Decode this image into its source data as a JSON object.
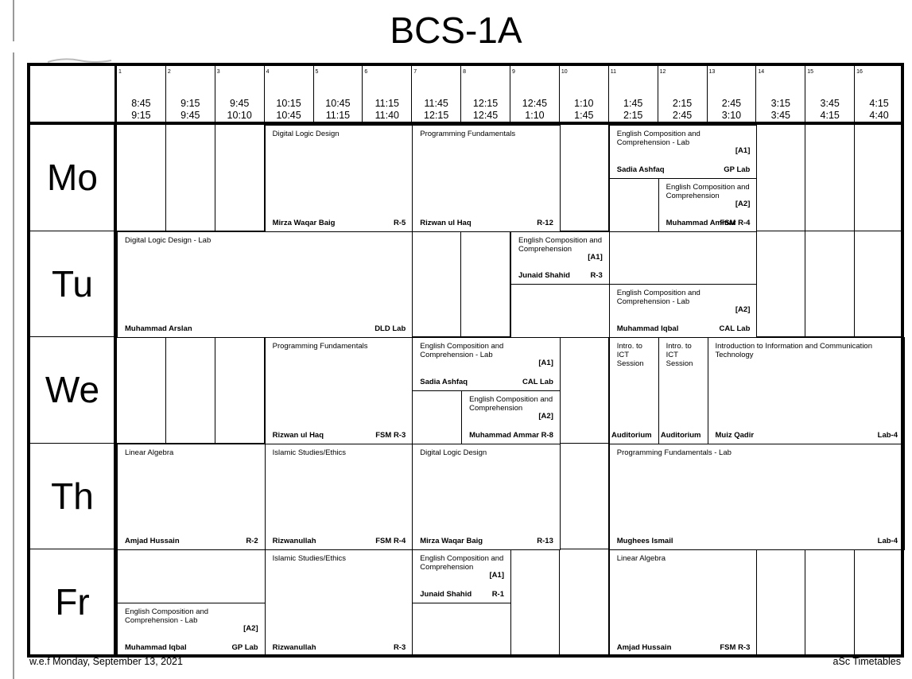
{
  "title": "BCS-1A",
  "periods": [
    {
      "num": "1",
      "start": "8:45",
      "end": "9:15"
    },
    {
      "num": "2",
      "start": "9:15",
      "end": "9:45"
    },
    {
      "num": "3",
      "start": "9:45",
      "end": "10:10"
    },
    {
      "num": "4",
      "start": "10:15",
      "end": "10:45"
    },
    {
      "num": "5",
      "start": "10:45",
      "end": "11:15"
    },
    {
      "num": "6",
      "start": "11:15",
      "end": "11:40"
    },
    {
      "num": "7",
      "start": "11:45",
      "end": "12:15"
    },
    {
      "num": "8",
      "start": "12:15",
      "end": "12:45"
    },
    {
      "num": "9",
      "start": "12:45",
      "end": "1:10"
    },
    {
      "num": "10",
      "start": "1:10",
      "end": "1:45"
    },
    {
      "num": "11",
      "start": "1:45",
      "end": "2:15"
    },
    {
      "num": "12",
      "start": "2:15",
      "end": "2:45"
    },
    {
      "num": "13",
      "start": "2:45",
      "end": "3:10"
    },
    {
      "num": "14",
      "start": "3:15",
      "end": "3:45"
    },
    {
      "num": "15",
      "start": "3:45",
      "end": "4:15"
    },
    {
      "num": "16",
      "start": "4:15",
      "end": "4:40"
    }
  ],
  "days": [
    "Mo",
    "Tu",
    "We",
    "Th",
    "Fr"
  ],
  "lessons": [
    {
      "day": 0,
      "start": 4,
      "span": 3,
      "sub": "full",
      "subject": "Digital Logic Design",
      "group": "",
      "teacher": "Mirza Waqar Baig",
      "room": "R-5"
    },
    {
      "day": 0,
      "start": 7,
      "span": 3,
      "sub": "full",
      "subject": "Programming Fundamentals",
      "group": "",
      "teacher": "Rizwan ul Haq",
      "room": "R-12"
    },
    {
      "day": 0,
      "start": 11,
      "span": 3,
      "sub": "top",
      "subject": "English Composition and Comprehension - Lab",
      "group": "[A1]",
      "teacher": "Sadia Ashfaq",
      "room": "GP Lab"
    },
    {
      "day": 0,
      "start": 12,
      "span": 2,
      "sub": "bottom",
      "subject": "English Composition and Comprehension",
      "group": "[A2]",
      "teacher": "Muhammad Ammar",
      "room": "FSM R-4"
    },
    {
      "day": 1,
      "start": 1,
      "span": 6,
      "sub": "full",
      "subject": "Digital Logic Design - Lab",
      "group": "",
      "teacher": "Muhammad Arslan",
      "room": "DLD Lab"
    },
    {
      "day": 1,
      "start": 9,
      "span": 2,
      "sub": "top",
      "subject": "English Composition and Comprehension",
      "group": "[A1]",
      "teacher": "Junaid Shahid",
      "room": "R-3"
    },
    {
      "day": 1,
      "start": 11,
      "span": 3,
      "sub": "bottom",
      "subject": "English Composition and Comprehension - Lab",
      "group": "[A2]",
      "teacher": "Muhammad Iqbal",
      "room": "CAL Lab"
    },
    {
      "day": 2,
      "start": 4,
      "span": 3,
      "sub": "full",
      "subject": "Programming Fundamentals",
      "group": "",
      "teacher": "Rizwan ul Haq",
      "room": "FSM R-3"
    },
    {
      "day": 2,
      "start": 7,
      "span": 3,
      "sub": "top",
      "subject": "English Composition and Comprehension - Lab",
      "group": "[A1]",
      "teacher": "Sadia Ashfaq",
      "room": "CAL Lab"
    },
    {
      "day": 2,
      "start": 8,
      "span": 2,
      "sub": "bottom",
      "subject": "English Composition and Comprehension",
      "group": "[A2]",
      "teacher": "Muhammad Ammar",
      "room": "R-8"
    },
    {
      "day": 2,
      "start": 11,
      "span": 1,
      "sub": "full",
      "subject": "Intro. to ICT Session",
      "group": "",
      "teacher": "",
      "room": "Auditorium"
    },
    {
      "day": 2,
      "start": 12,
      "span": 1,
      "sub": "full",
      "subject": "Intro. to ICT Session",
      "group": "",
      "teacher": "",
      "room": "Auditorium"
    },
    {
      "day": 2,
      "start": 13,
      "span": 4,
      "sub": "full",
      "subject": "Introduction to Information and Communication Technology",
      "group": "",
      "teacher": "Muiz Qadir",
      "room": "Lab-4"
    },
    {
      "day": 3,
      "start": 1,
      "span": 3,
      "sub": "full",
      "subject": "Linear Algebra",
      "group": "",
      "teacher": "Amjad Hussain",
      "room": "R-2"
    },
    {
      "day": 3,
      "start": 4,
      "span": 3,
      "sub": "full",
      "subject": "Islamic Studies/Ethics",
      "group": "",
      "teacher": "Rizwanullah",
      "room": "FSM R-4"
    },
    {
      "day": 3,
      "start": 7,
      "span": 3,
      "sub": "full",
      "subject": "Digital Logic Design",
      "group": "",
      "teacher": "Mirza Waqar Baig",
      "room": "R-13"
    },
    {
      "day": 3,
      "start": 11,
      "span": 6,
      "sub": "full",
      "subject": "Programming Fundamentals - Lab",
      "group": "",
      "teacher": "Mughees Ismail",
      "room": "Lab-4"
    },
    {
      "day": 4,
      "start": 1,
      "span": 3,
      "sub": "bottom",
      "subject": "English Composition and Comprehension - Lab",
      "group": "[A2]",
      "teacher": "Muhammad Iqbal",
      "room": "GP Lab"
    },
    {
      "day": 4,
      "start": 4,
      "span": 3,
      "sub": "full",
      "subject": "Islamic Studies/Ethics",
      "group": "",
      "teacher": "Rizwanullah",
      "room": "R-3"
    },
    {
      "day": 4,
      "start": 7,
      "span": 2,
      "sub": "top",
      "subject": "English Composition and Comprehension",
      "group": "[A1]",
      "teacher": "Junaid Shahid",
      "room": "R-1"
    },
    {
      "day": 4,
      "start": 11,
      "span": 3,
      "sub": "full",
      "subject": "Linear Algebra",
      "group": "",
      "teacher": "Amjad Hussain",
      "room": "FSM R-3"
    }
  ],
  "footer": {
    "left": "w.e.f Monday, September 13, 2021",
    "right": "aSc Timetables"
  }
}
